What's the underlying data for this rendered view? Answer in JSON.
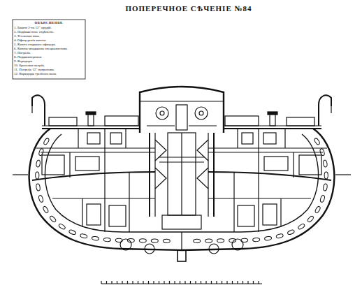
{
  "diagram": {
    "title": "ПОПЕРЕЧНОЕ СѢЧЕНІЕ №84",
    "labels": [
      "ОБЪЯСНЕНІЯ.",
      "1. Башня 2-хъ 12\" орудій.",
      "2. Подбашенное отдѣленіе.",
      "3. Угольныя ямы.",
      "4. Офицерскія каюты.",
      "5. Каюта старшаго офицера.",
      "6. Каюты младшихъ специалистовъ.",
      "7. Погреба.",
      "8. Подшкиперская.",
      "9. Коридоръ.",
      "10. Броневая палуба.",
      "11. Погреба 12\" патроновъ.",
      "12. Коридоры гребного вала."
    ]
  }
}
